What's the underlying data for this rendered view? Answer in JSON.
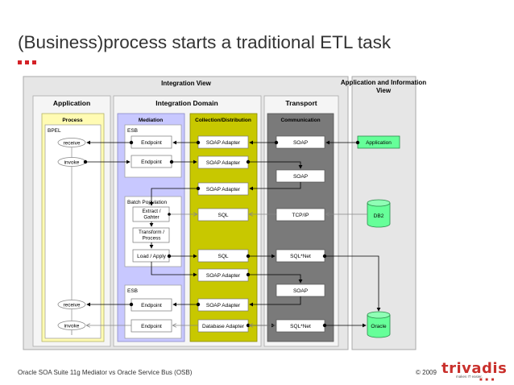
{
  "slide": {
    "title": "(Business)process starts a traditional ETL task",
    "footer_left": "Oracle SOA Suite 11g Mediator vs Oracle Service Bus (OSB)",
    "footer_right": "© 2009",
    "logo_text": "trivadis",
    "logo_tagline": "makes IT easier.",
    "logo_dots": "■ ■ ■",
    "accent_color": "#d42127"
  },
  "diagram": {
    "integration_view": "Integration View",
    "app_info_view": "Application and Information View",
    "sections": {
      "application": "Application",
      "integration_domain": "Integration Domain",
      "transport": "Transport"
    },
    "columns": {
      "process": "Process",
      "mediation": "Mediation",
      "collection": "Collection/Distribution",
      "communication": "Communication"
    },
    "groups": {
      "bpel": "BPEL",
      "esb_top": "ESB",
      "batch_population": "Batch Population",
      "esb_bottom": "ESB"
    },
    "process_items": [
      "receive",
      "invoke",
      "receive",
      "invoke"
    ],
    "mediation_items": [
      "Endpoint",
      "Endpoint",
      "Extract / Gahter",
      "Transform / Process",
      "Load / Apply",
      "Endpoint",
      "Endpoint"
    ],
    "collection_items": [
      "SOAP Adapter",
      "SOAP Adapter",
      "SOAP Adapter",
      "SQL",
      "SQL",
      "SOAP Adapter",
      "SOAP Adapter",
      "Database Adapter"
    ],
    "communication_items": [
      "SOAP",
      "SOAP",
      "TCP/IP",
      "SQL*Net",
      "SOAP",
      "SQL*Net"
    ],
    "endpoints": {
      "application": "Application",
      "db2": "DB2",
      "oracle": "Oracle"
    },
    "colors": {
      "process_bg": "#fffbb3",
      "mediation_bg": "#c8c8ff",
      "collection_bg": "#c8c800",
      "communication_bg": "#7a7a7a",
      "endpoint_green": "#66ff99"
    }
  }
}
